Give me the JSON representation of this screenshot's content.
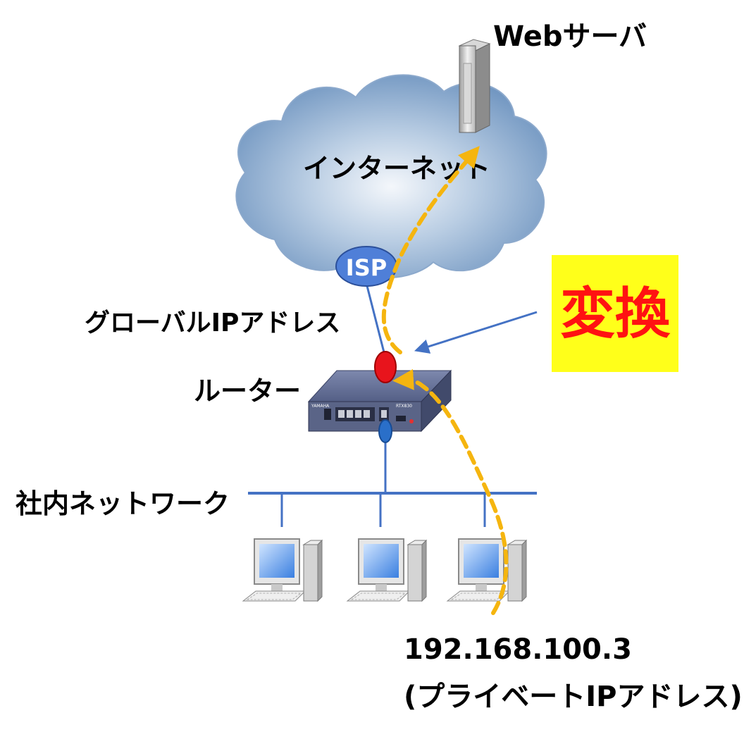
{
  "labels": {
    "web_server": "Webサーバ",
    "internet": "インターネット",
    "isp": "ISP",
    "global_ip": "グローバルIPアドレス",
    "router": "ルーター",
    "lan": "社内ネットワーク",
    "private_ip_address": "192.168.100.3",
    "private_ip_note": "(プライベートIPアドレス)",
    "convert": "変換"
  },
  "device": {
    "router_brand": "YAMAHA",
    "router_model": "RTX830"
  },
  "colors": {
    "cloud": "#8fb0d4",
    "link_line": "#4472c4",
    "path_arrow": "#f5b50f",
    "nat_point": "#e8141c",
    "lan_port": "#2a6fc9",
    "convert_box": "#ffff1a",
    "convert_text": "#ff1212",
    "isp_fill": "#4f7fd8"
  },
  "icons": {
    "server": "tower-server-icon",
    "router": "router-device-icon",
    "computer": "desktop-pc-icon",
    "cloud": "cloud-shape"
  }
}
